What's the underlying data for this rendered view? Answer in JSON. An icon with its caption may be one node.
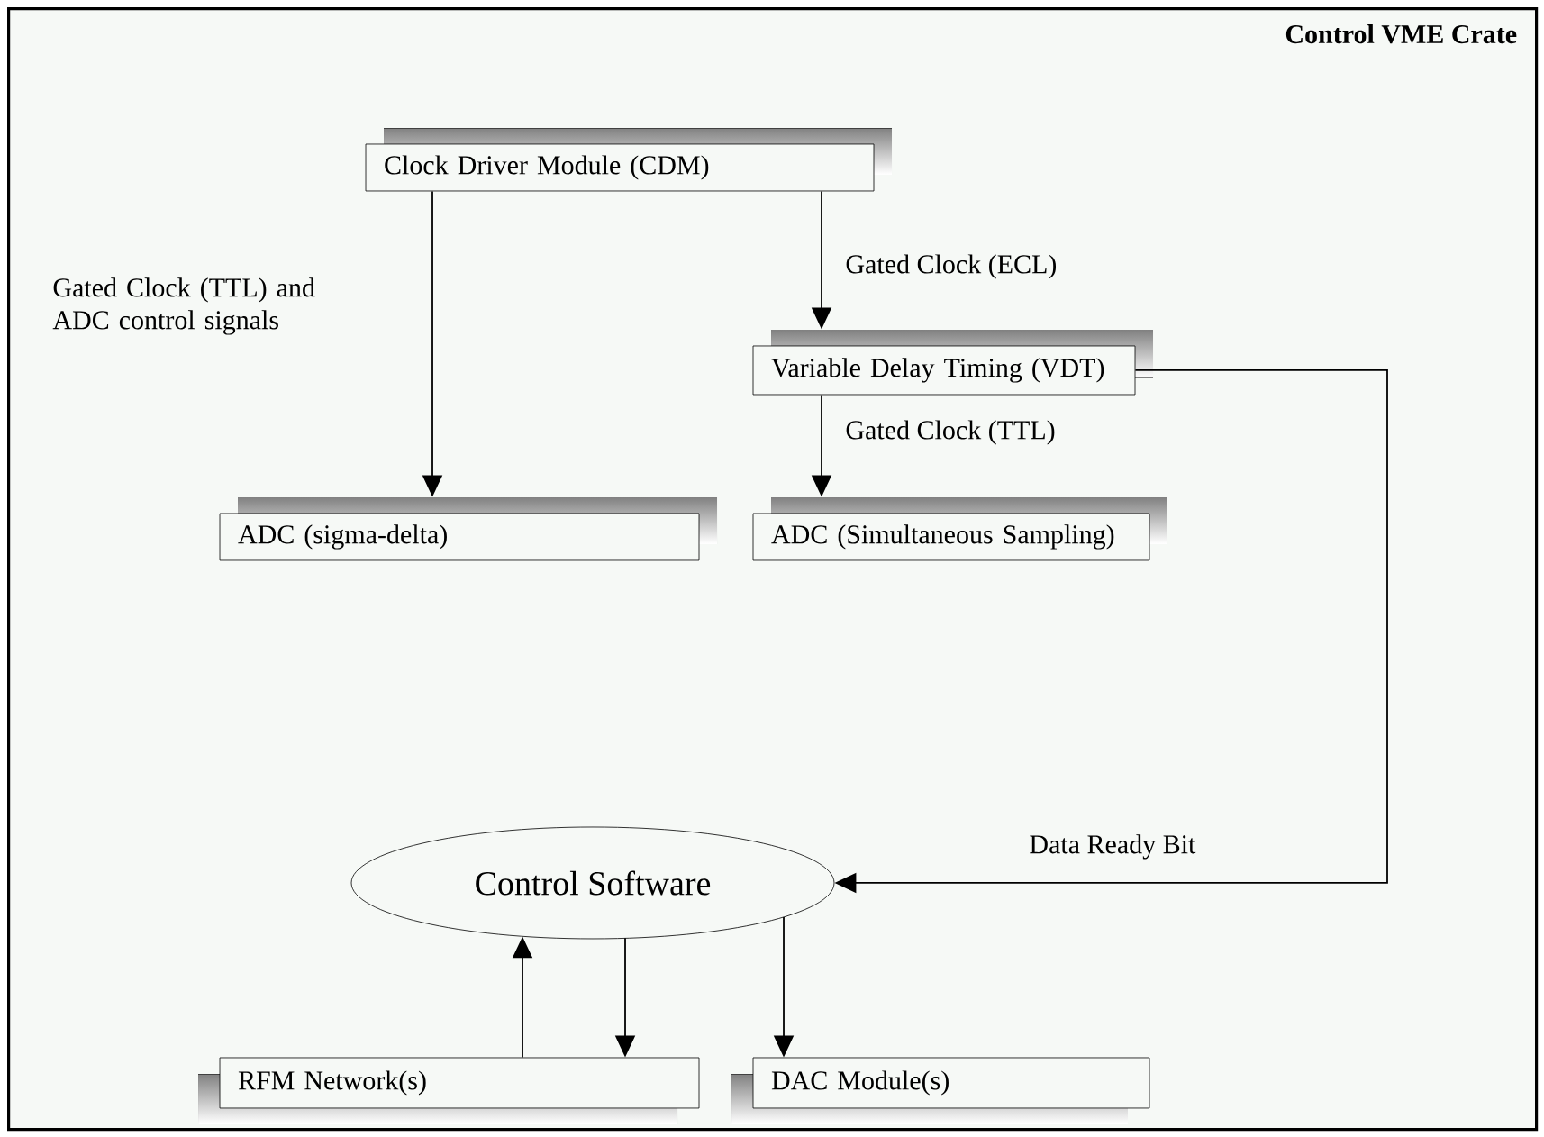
{
  "diagram": {
    "nodes": [
      {
        "text": [
          "Control VME Crate"
        ]
      },
      {
        "text": [
          "Clock Driver Module (CDM)"
        ],
        "in": 0
      },
      {
        "text": [
          "Variable Delay Timing (VDT)"
        ],
        "in": 0
      },
      {
        "text": [
          "ADC (sigma-delta)"
        ],
        "in": 0
      },
      {
        "text": [
          "ADC (Simultaneous Sampling)"
        ],
        "in": 0
      },
      {
        "text": [
          "Control Software"
        ],
        "in": 0
      },
      {
        "text": [
          "RFM Network(s)"
        ],
        "in": 0
      },
      {
        "text": [
          "DAC Module(s)"
        ],
        "in": 0
      }
    ],
    "edges": [
      {
        "from": 1,
        "to": 3,
        "arrow": "to",
        "label": "Gated Clock (TTL) and ADC control signals"
      },
      {
        "from": 1,
        "to": 2,
        "arrow": "to",
        "label": "Gated Clock (ECL)"
      },
      {
        "from": 2,
        "to": 4,
        "arrow": "to",
        "label": "Gated Clock (TTL)"
      },
      {
        "from": 2,
        "to": 5,
        "arrow": "to",
        "label": "Data Ready Bit"
      },
      {
        "from": 6,
        "to": 5,
        "arrow": "to"
      },
      {
        "from": 5,
        "to": 6,
        "arrow": "to"
      },
      {
        "from": 5,
        "to": 7,
        "arrow": "to"
      }
    ]
  }
}
